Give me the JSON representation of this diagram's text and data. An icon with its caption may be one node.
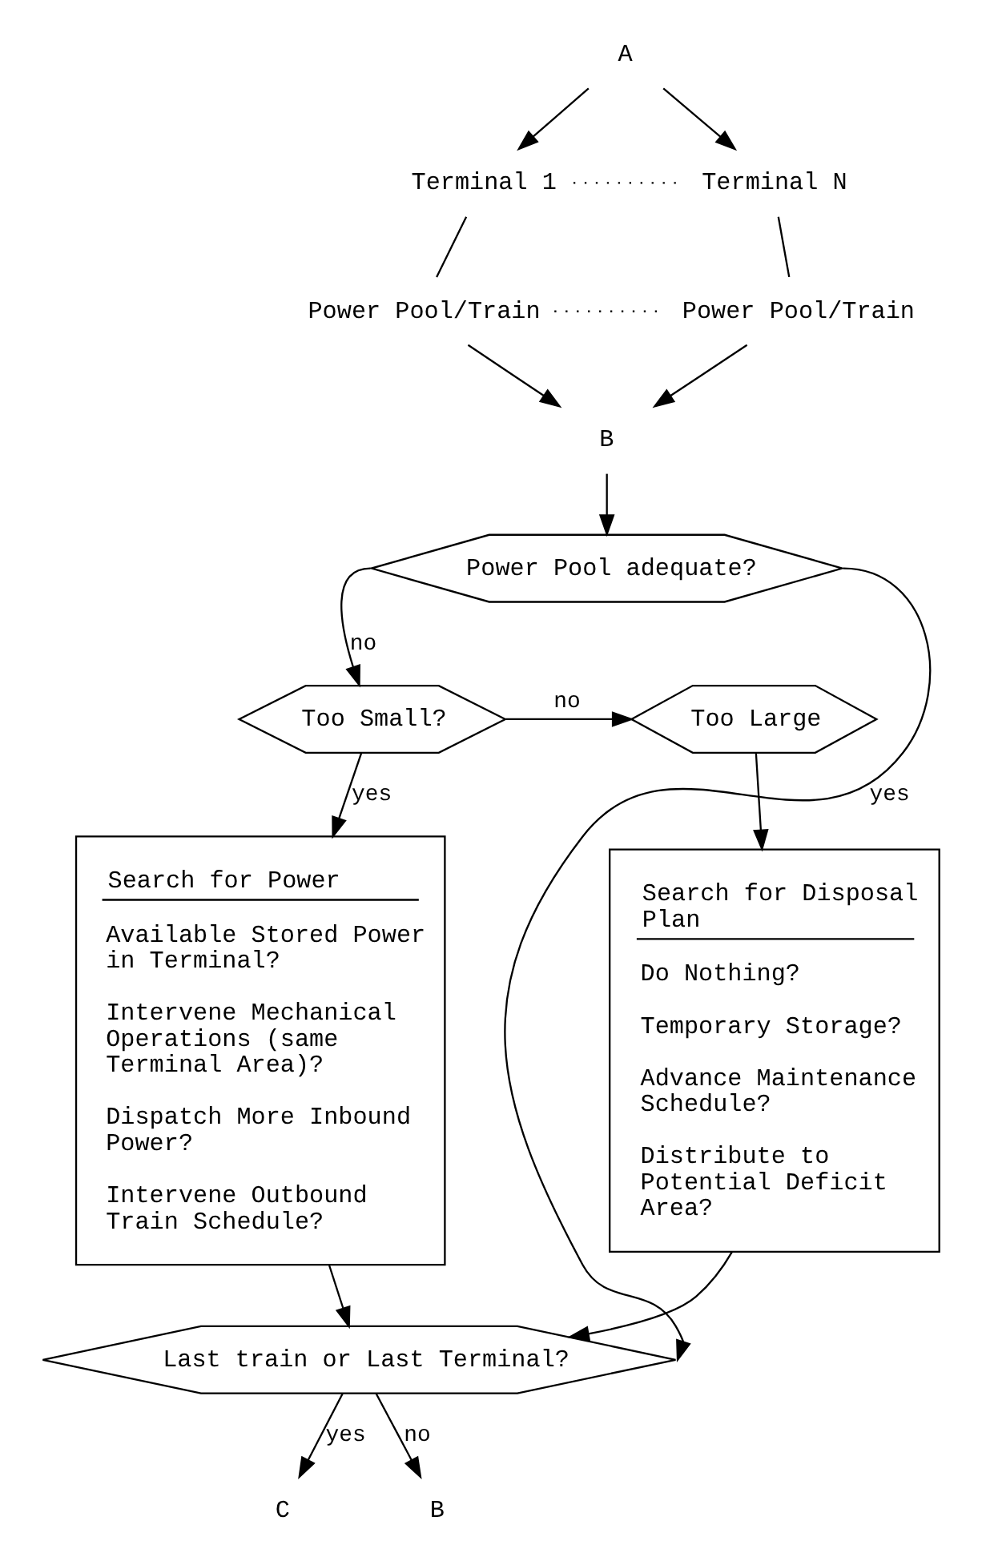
{
  "diagram": {
    "nodes": [
      {
        "text": [
          "A"
        ]
      },
      {
        "text": [
          "Terminal 1"
        ]
      },
      {
        "text": [
          "Terminal N"
        ]
      },
      {
        "text": [
          "Power Pool/Train"
        ]
      },
      {
        "text": [
          "Power Pool/Train"
        ]
      },
      {
        "text": [
          "B"
        ]
      },
      {
        "text": [
          "Power Pool adequate?"
        ]
      },
      {
        "text": [
          "Too Small?"
        ]
      },
      {
        "text": [
          "Too Large"
        ]
      },
      {
        "text": [
          "Search for Power",
          "Available Stored Power in Terminal?",
          "Intervene Mechanical Operations (same Terminal Area)?",
          "Dispatch More Inbound Power?",
          "Intervene Outbound Train Schedule?"
        ]
      },
      {
        "text": [
          "Search for Disposal Plan",
          "Do Nothing?",
          "Temporary Storage?",
          "Advance Maintenance Schedule?",
          "Distribute to Potential Deficit Area?"
        ]
      },
      {
        "text": [
          "Last train or Last Terminal?"
        ]
      },
      {
        "text": [
          "C"
        ]
      },
      {
        "text": [
          "B"
        ]
      }
    ],
    "edges": [
      {
        "from": 0,
        "to": 1,
        "arrow": "to"
      },
      {
        "from": 0,
        "to": 2,
        "arrow": "to"
      },
      {
        "from": 1,
        "to": 2,
        "arrow": "none",
        "style": "dashed"
      },
      {
        "from": 1,
        "to": 3,
        "arrow": "none"
      },
      {
        "from": 2,
        "to": 4,
        "arrow": "none"
      },
      {
        "from": 3,
        "to": 4,
        "arrow": "none",
        "style": "dashed"
      },
      {
        "from": 3,
        "to": 5,
        "arrow": "to"
      },
      {
        "from": 4,
        "to": 5,
        "arrow": "to"
      },
      {
        "from": 5,
        "to": 6,
        "arrow": "to"
      },
      {
        "from": 6,
        "to": 7,
        "label": "no",
        "arrow": "to"
      },
      {
        "from": 6,
        "to": 11,
        "label": "yes",
        "arrow": "to"
      },
      {
        "from": 7,
        "to": 8,
        "label": "no",
        "arrow": "to"
      },
      {
        "from": 7,
        "to": 9,
        "label": "yes",
        "arrow": "to"
      },
      {
        "from": 8,
        "to": 10,
        "arrow": "to"
      },
      {
        "from": 9,
        "to": 11,
        "arrow": "to"
      },
      {
        "from": 10,
        "to": 11,
        "arrow": "to"
      },
      {
        "from": 11,
        "to": 12,
        "label": "yes",
        "arrow": "to"
      },
      {
        "from": 11,
        "to": 13,
        "label": "no",
        "arrow": "to"
      }
    ]
  }
}
